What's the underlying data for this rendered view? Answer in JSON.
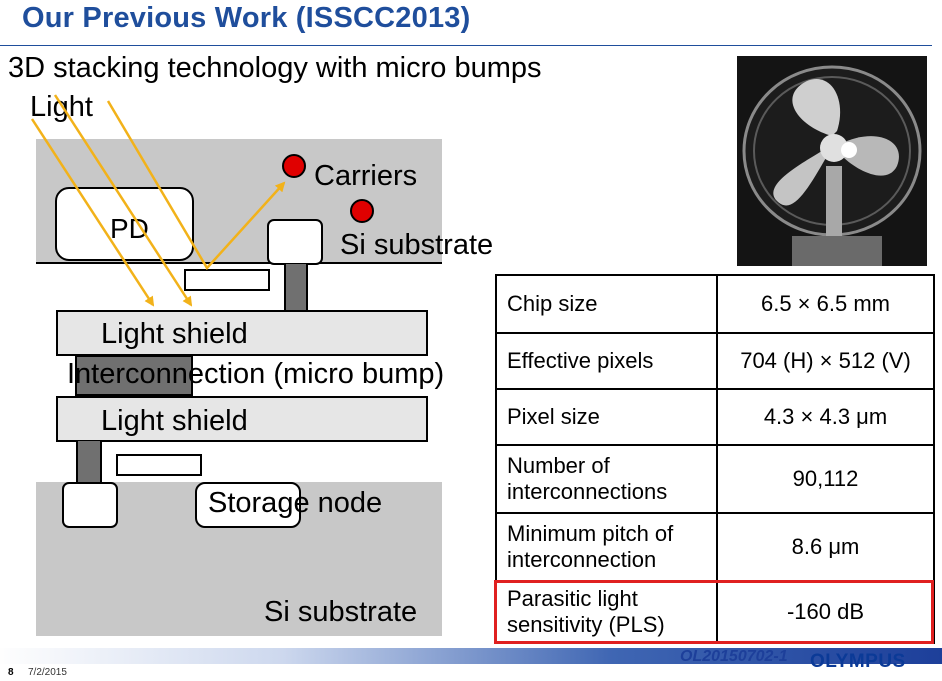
{
  "slide": {
    "title": "Our Previous Work (ISSCC2013)",
    "subtitle": "3D stacking technology with micro bumps"
  },
  "diagram": {
    "light_label": "Light",
    "carriers_label": "Carriers",
    "pd_label": "PD",
    "si_substrate_top_label": "Si substrate",
    "light_shield_top_label": "Light shield",
    "interconnection_label": "Interconnection (micro bump)",
    "light_shield_bottom_label": "Light shield",
    "storage_node_label": "Storage node",
    "si_substrate_bottom_label": "Si substrate",
    "colors": {
      "substrate": "#c8c8c8",
      "light_ray": "#f2b21a",
      "carrier": "#e00000",
      "bump": "#707070"
    }
  },
  "specs": [
    {
      "label": "Chip size",
      "value": "6.5 × 6.5 mm"
    },
    {
      "label": "Effective pixels",
      "value": "704 (H) × 512 (V)"
    },
    {
      "label": "Pixel size",
      "value": "4.3 × 4.3 μm"
    },
    {
      "label": "Number of interconnections",
      "value": "90,112"
    },
    {
      "label": "Minimum pitch of interconnection",
      "value": "8.6 μm"
    },
    {
      "label": "Parasitic light sensitivity (PLS)",
      "value": "-160 dB"
    }
  ],
  "highlight_color": "#e02020",
  "footer": {
    "page_number": "8",
    "date": "7/2/2015",
    "doc_id": "OL20150702-1",
    "logo": "OLYMPUS"
  }
}
